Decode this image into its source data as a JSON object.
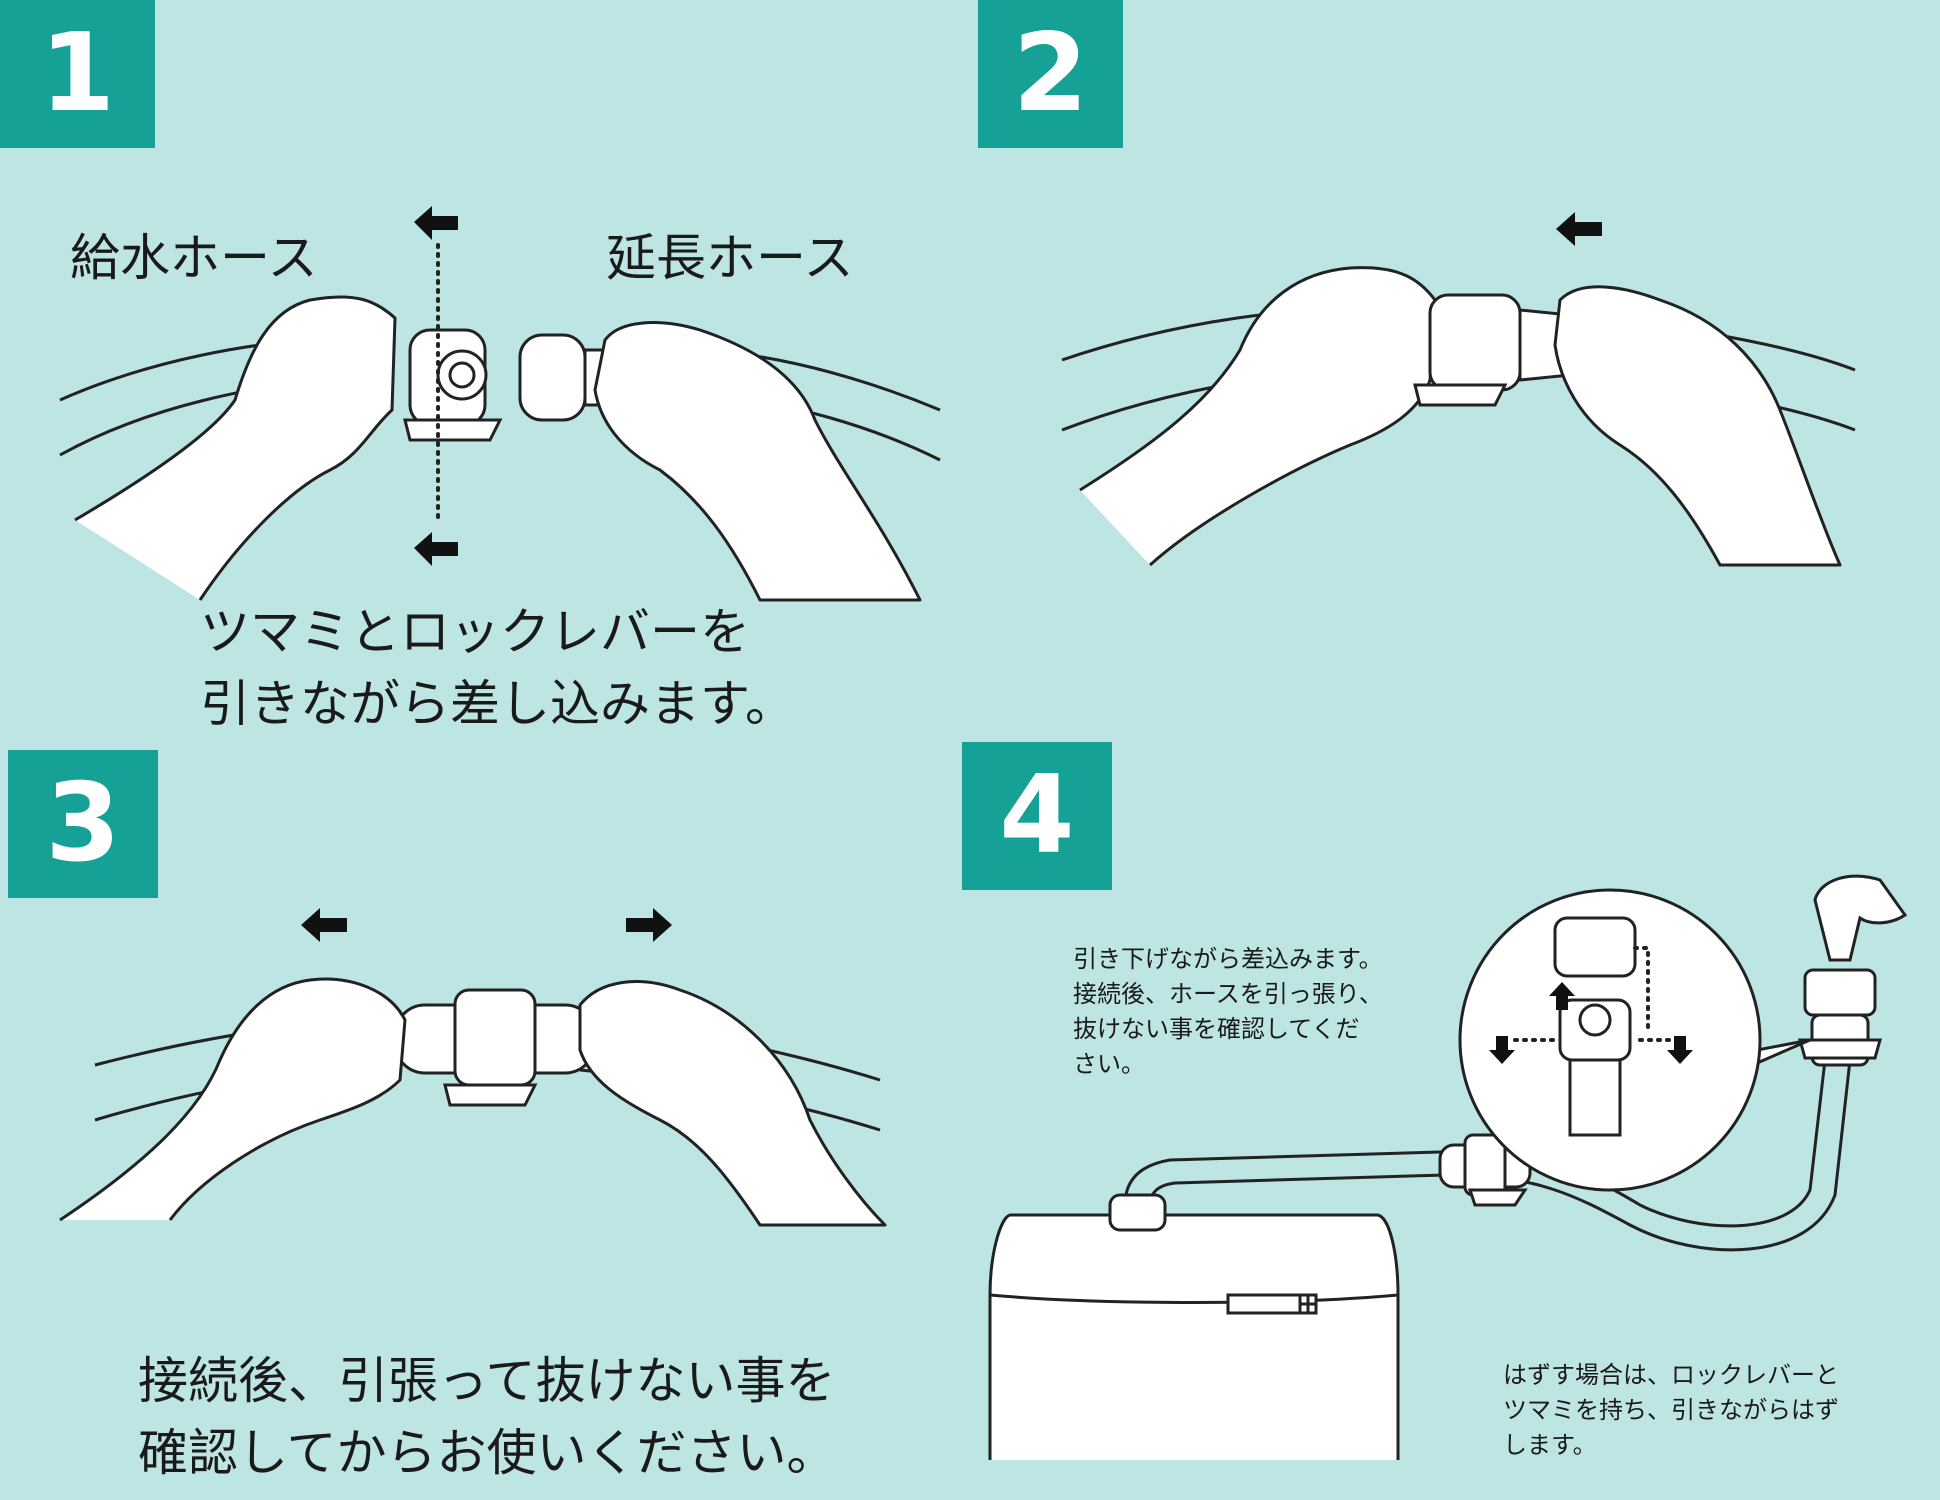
{
  "steps": [
    {
      "number": "1",
      "labels": {
        "left": "給水ホース",
        "right": "延長ホース"
      },
      "caption": [
        "ツマミとロックレバーを",
        "引きながら差し込みます。"
      ]
    },
    {
      "number": "2"
    },
    {
      "number": "3",
      "caption": [
        "接続後、引張って抜けない事を",
        "確認してからお使いください。"
      ]
    },
    {
      "number": "4",
      "note_top": [
        "引き下げながら差込みます。",
        "接続後、ホースを引っ張り、",
        "抜けない事を確認してくだ",
        "さい。"
      ],
      "note_bottom": [
        "はずす場合は、ロックレバーと",
        "ツマミを持ち、引きながらはず",
        "します。"
      ]
    }
  ],
  "colors": {
    "background": "#bde5e3",
    "badge": "#16a197",
    "badge_text": "#ffffff"
  },
  "icons": [
    "arrow-left-icon",
    "arrow-right-icon",
    "arrow-up-icon",
    "arrow-down-icon"
  ]
}
